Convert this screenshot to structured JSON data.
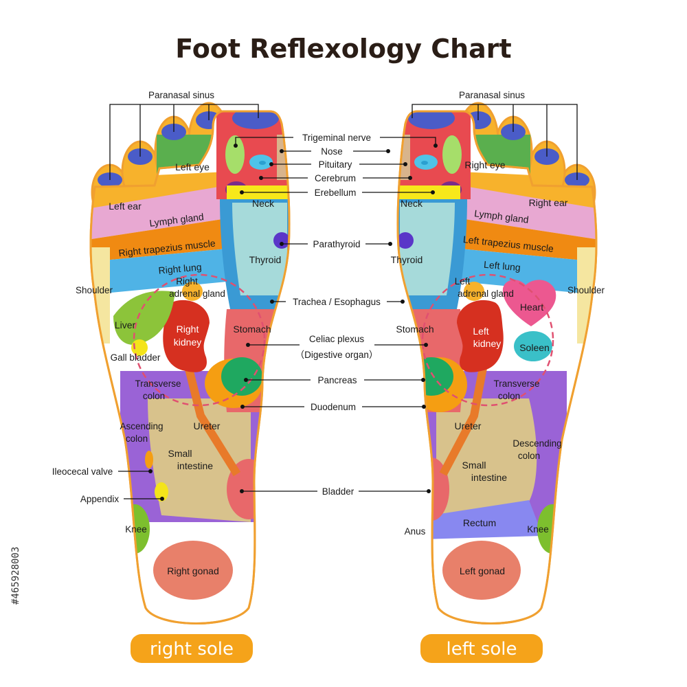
{
  "title": "Foot Reflexology Chart",
  "watermark_id": "#465928003",
  "colors": {
    "outline": "#f0a030",
    "sole_button": "#f5a31a",
    "title": "#2a1d16"
  },
  "soles": {
    "right": "right sole",
    "left": "left sole"
  },
  "center_labels": {
    "trigeminal": "Trigeminal nerve",
    "nose": "Nose",
    "pituitary": "Pituitary",
    "cerebrum": "Cerebrum",
    "erebellum": "Erebellum",
    "parathyroid": "Parathyroid",
    "trachea": "Trachea / Esophagus",
    "celiac1": "Celiac plexus",
    "celiac2": "（Digestive organ）",
    "pancreas": "Pancreas",
    "duodenum": "Duodenum",
    "bladder": "Bladder"
  },
  "right_foot": {
    "sinus": "Paranasal sinus",
    "eye": "Left eye",
    "ear": "Left ear",
    "lymph": "Lymph gland",
    "trapezius": "Right trapezius muscle",
    "lung": "Right lung",
    "shoulder": "Shoulder",
    "adrenal1": "Right",
    "adrenal2": "adrenal gland",
    "liver": "Liver",
    "gall": "Gall bladder",
    "kidney1": "Right",
    "kidney2": "kidney",
    "neck": "Neck",
    "thyroid": "Thyroid",
    "stomach": "Stomach",
    "transverse1": "Transverse",
    "transverse2": "colon",
    "ascending1": "Ascending",
    "ascending2": "colon",
    "ureter": "Ureter",
    "small1": "Small",
    "small2": "intestine",
    "ileocecal": "Ileocecal valve",
    "appendix": "Appendix",
    "knee": "Knee",
    "gonad": "Right gonad"
  },
  "left_foot": {
    "sinus": "Paranasal sinus",
    "eye": "Right eye",
    "ear": "Right ear",
    "lymph": "Lymph gland",
    "trapezius": "Left trapezius muscle",
    "lung": "Left lung",
    "shoulder": "Shoulder",
    "adrenal1": "Left",
    "adrenal2": "adrenal gland",
    "heart": "Heart",
    "spleen": "Soleen",
    "kidney1": "Left",
    "kidney2": "kidney",
    "neck": "Neck",
    "thyroid": "Thyroid",
    "stomach": "Stomach",
    "transverse1": "Transverse",
    "transverse2": "colon",
    "descending1": "Descending",
    "descending2": "colon",
    "ureter": "Ureter",
    "small1": "Small",
    "small2": "intestine",
    "rectum": "Rectum",
    "anus": "Anus",
    "knee": "Knee",
    "gonad": "Left gonad"
  }
}
